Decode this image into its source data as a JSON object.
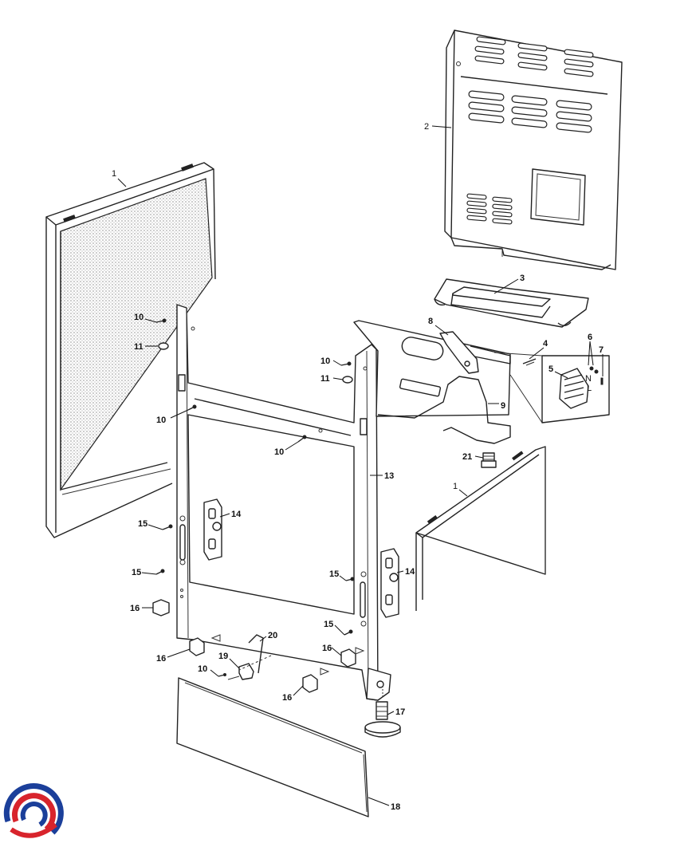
{
  "callouts": {
    "c1_side_left": "1",
    "c1_side_right": "1",
    "c2": "2",
    "c3": "3",
    "c4": "4",
    "c5": "5",
    "c6": "6",
    "c7": "7",
    "c8": "8",
    "c9": "9",
    "c10_a": "10",
    "c10_b": "10",
    "c10_c": "10",
    "c10_d": "10",
    "c10_e": "10",
    "c11_a": "11",
    "c11_b": "11",
    "c13": "13",
    "c14_a": "14",
    "c14_b": "14",
    "c15_a": "15",
    "c15_b": "15",
    "c15_c": "15",
    "c15_d": "15",
    "c16_a": "16",
    "c16_b": "16",
    "c16_c": "16",
    "c16_d": "16",
    "c17": "17",
    "c18": "18",
    "c19": "19",
    "c20": "20",
    "c21": "21"
  },
  "logo": {
    "name": "brand-logo-swirl",
    "colors": [
      "#1b3f9a",
      "#d8242c"
    ]
  }
}
